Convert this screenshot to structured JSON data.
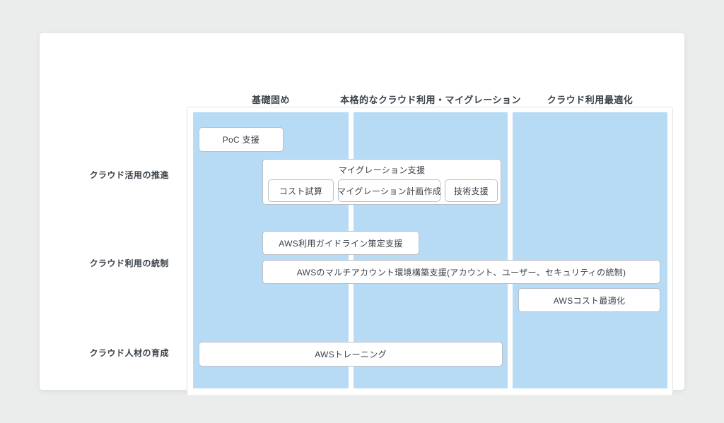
{
  "matrix": {
    "columns": [
      {
        "label": "基礎固め"
      },
      {
        "label": "本格的なクラウド利用・マイグレーション"
      },
      {
        "label": "クラウド利用最適化"
      }
    ],
    "rows": [
      {
        "label": "クラウド活用の推進"
      },
      {
        "label": "クラウド利用の統制"
      },
      {
        "label": "クラウド人材の育成"
      }
    ],
    "boxes": {
      "poc": {
        "label": "PoC 支援"
      },
      "migration_group": {
        "title": "マイグレーション支援",
        "children": [
          {
            "label": "コスト試算"
          },
          {
            "label": "マイグレーション計画作成"
          },
          {
            "label": "技術支援"
          }
        ]
      },
      "guideline": {
        "label": "AWS利用ガイドライン策定支援"
      },
      "multi_account": {
        "label": "AWSのマルチアカウント環境構築支援(アカウント、ユーザー、セキュリティの統制)"
      },
      "cost_optimization": {
        "label": "AWSコスト最適化"
      },
      "training": {
        "label": "AWSトレーニング"
      }
    }
  },
  "colors": {
    "page_background": "#ebecec",
    "card_background": "#ffffff",
    "column_fill": "#b8dbf5",
    "box_border": "#b9c0c8",
    "frame_border": "#dde3e9",
    "text": "#3a4149"
  }
}
